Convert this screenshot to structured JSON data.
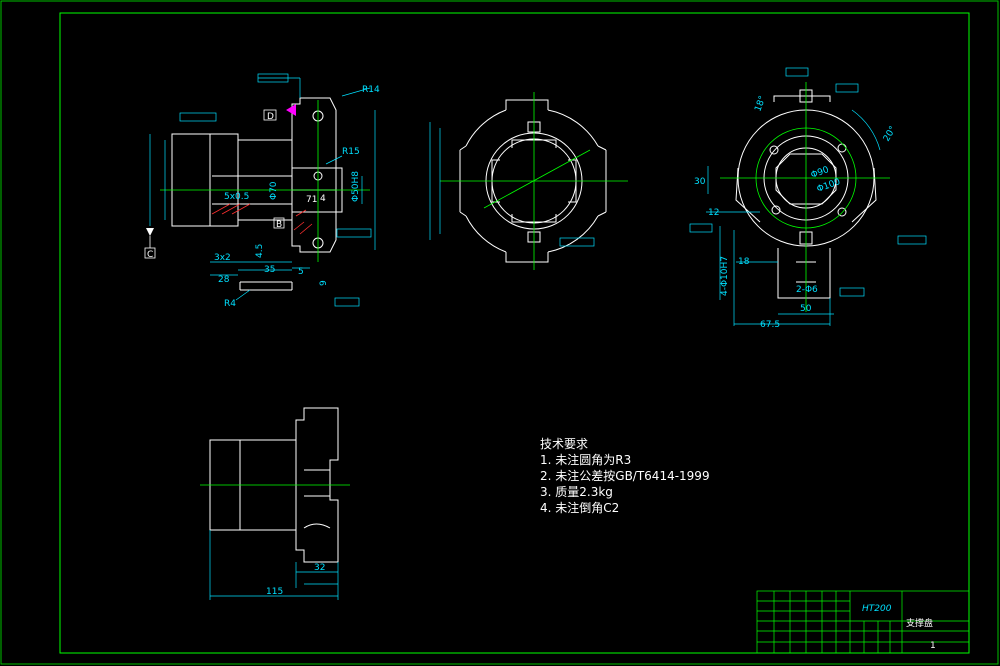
{
  "colors": {
    "background": "#000000",
    "outline": "#ffffff",
    "centerline": "#00ff00",
    "dimension": "#00e0ff",
    "datum": "#ff00ff",
    "border": "#00ff00",
    "section": "#ff0000"
  },
  "left_view": {
    "dims": {
      "r14": "R14",
      "r15": "R15",
      "d_label": "D",
      "c_label": "C",
      "b_label": "B",
      "chamfer": "5x0.5",
      "diam70": "Φ70",
      "diam50": "Φ50H8",
      "groove": "3x2",
      "d45": "4.5",
      "d28": "28",
      "d35": "35",
      "d5": "5",
      "d9": "9",
      "r4": "R4",
      "d71": "71",
      "d4": "4"
    }
  },
  "front_view": {},
  "right_view": {
    "dims": {
      "d30": "30",
      "d12": "12",
      "d18": "18",
      "d50": "50",
      "d675": "67.5",
      "holes": "4-Φ10H7",
      "pcd": "Φ90",
      "bore": "Φ100",
      "ang1": "18°",
      "ang2": "20°",
      "holes2": "2-Φ6"
    }
  },
  "bottom_view": {
    "dims": {
      "d115": "115",
      "d32": "32"
    }
  },
  "notes": {
    "title": "技术要求",
    "lines": [
      "1. 未注圆角为R3",
      "2. 未注公差按GB/T6414-1999",
      "3. 质量2.3kg",
      "4. 未注倒角C2"
    ]
  },
  "title_block": {
    "material": "HT200",
    "part_name": "支撑盘",
    "sheet": "1"
  }
}
